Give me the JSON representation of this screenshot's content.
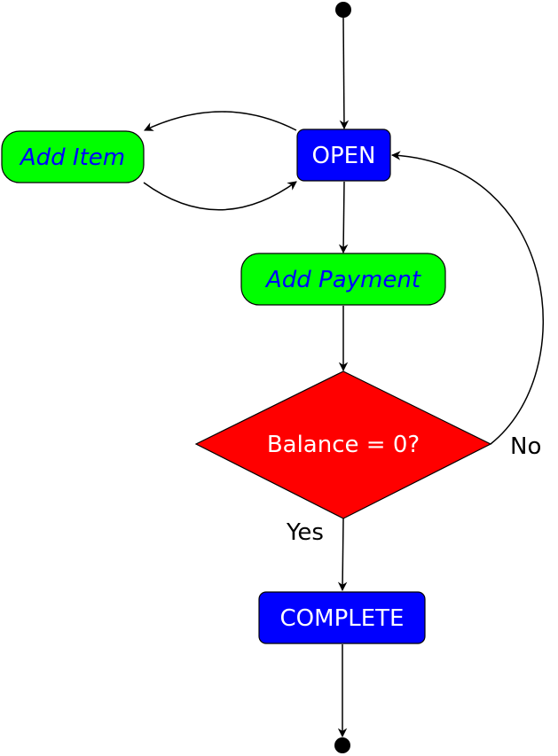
{
  "nodes": {
    "open": {
      "label": "OPEN",
      "fill": "#0000ff",
      "text_color": "#ffffff"
    },
    "add_item": {
      "label": "Add Item",
      "fill": "#00ff00",
      "text_color": "#0000ff"
    },
    "add_payment": {
      "label": "Add Payment",
      "fill": "#00ff00",
      "text_color": "#0000ff"
    },
    "decision": {
      "label": "Balance = 0?",
      "fill": "#ff0000",
      "text_color": "#ffffff"
    },
    "complete": {
      "label": "COMPLETE",
      "fill": "#0000ff",
      "text_color": "#ffffff"
    }
  },
  "edge_labels": {
    "no": "No",
    "yes": "Yes"
  }
}
